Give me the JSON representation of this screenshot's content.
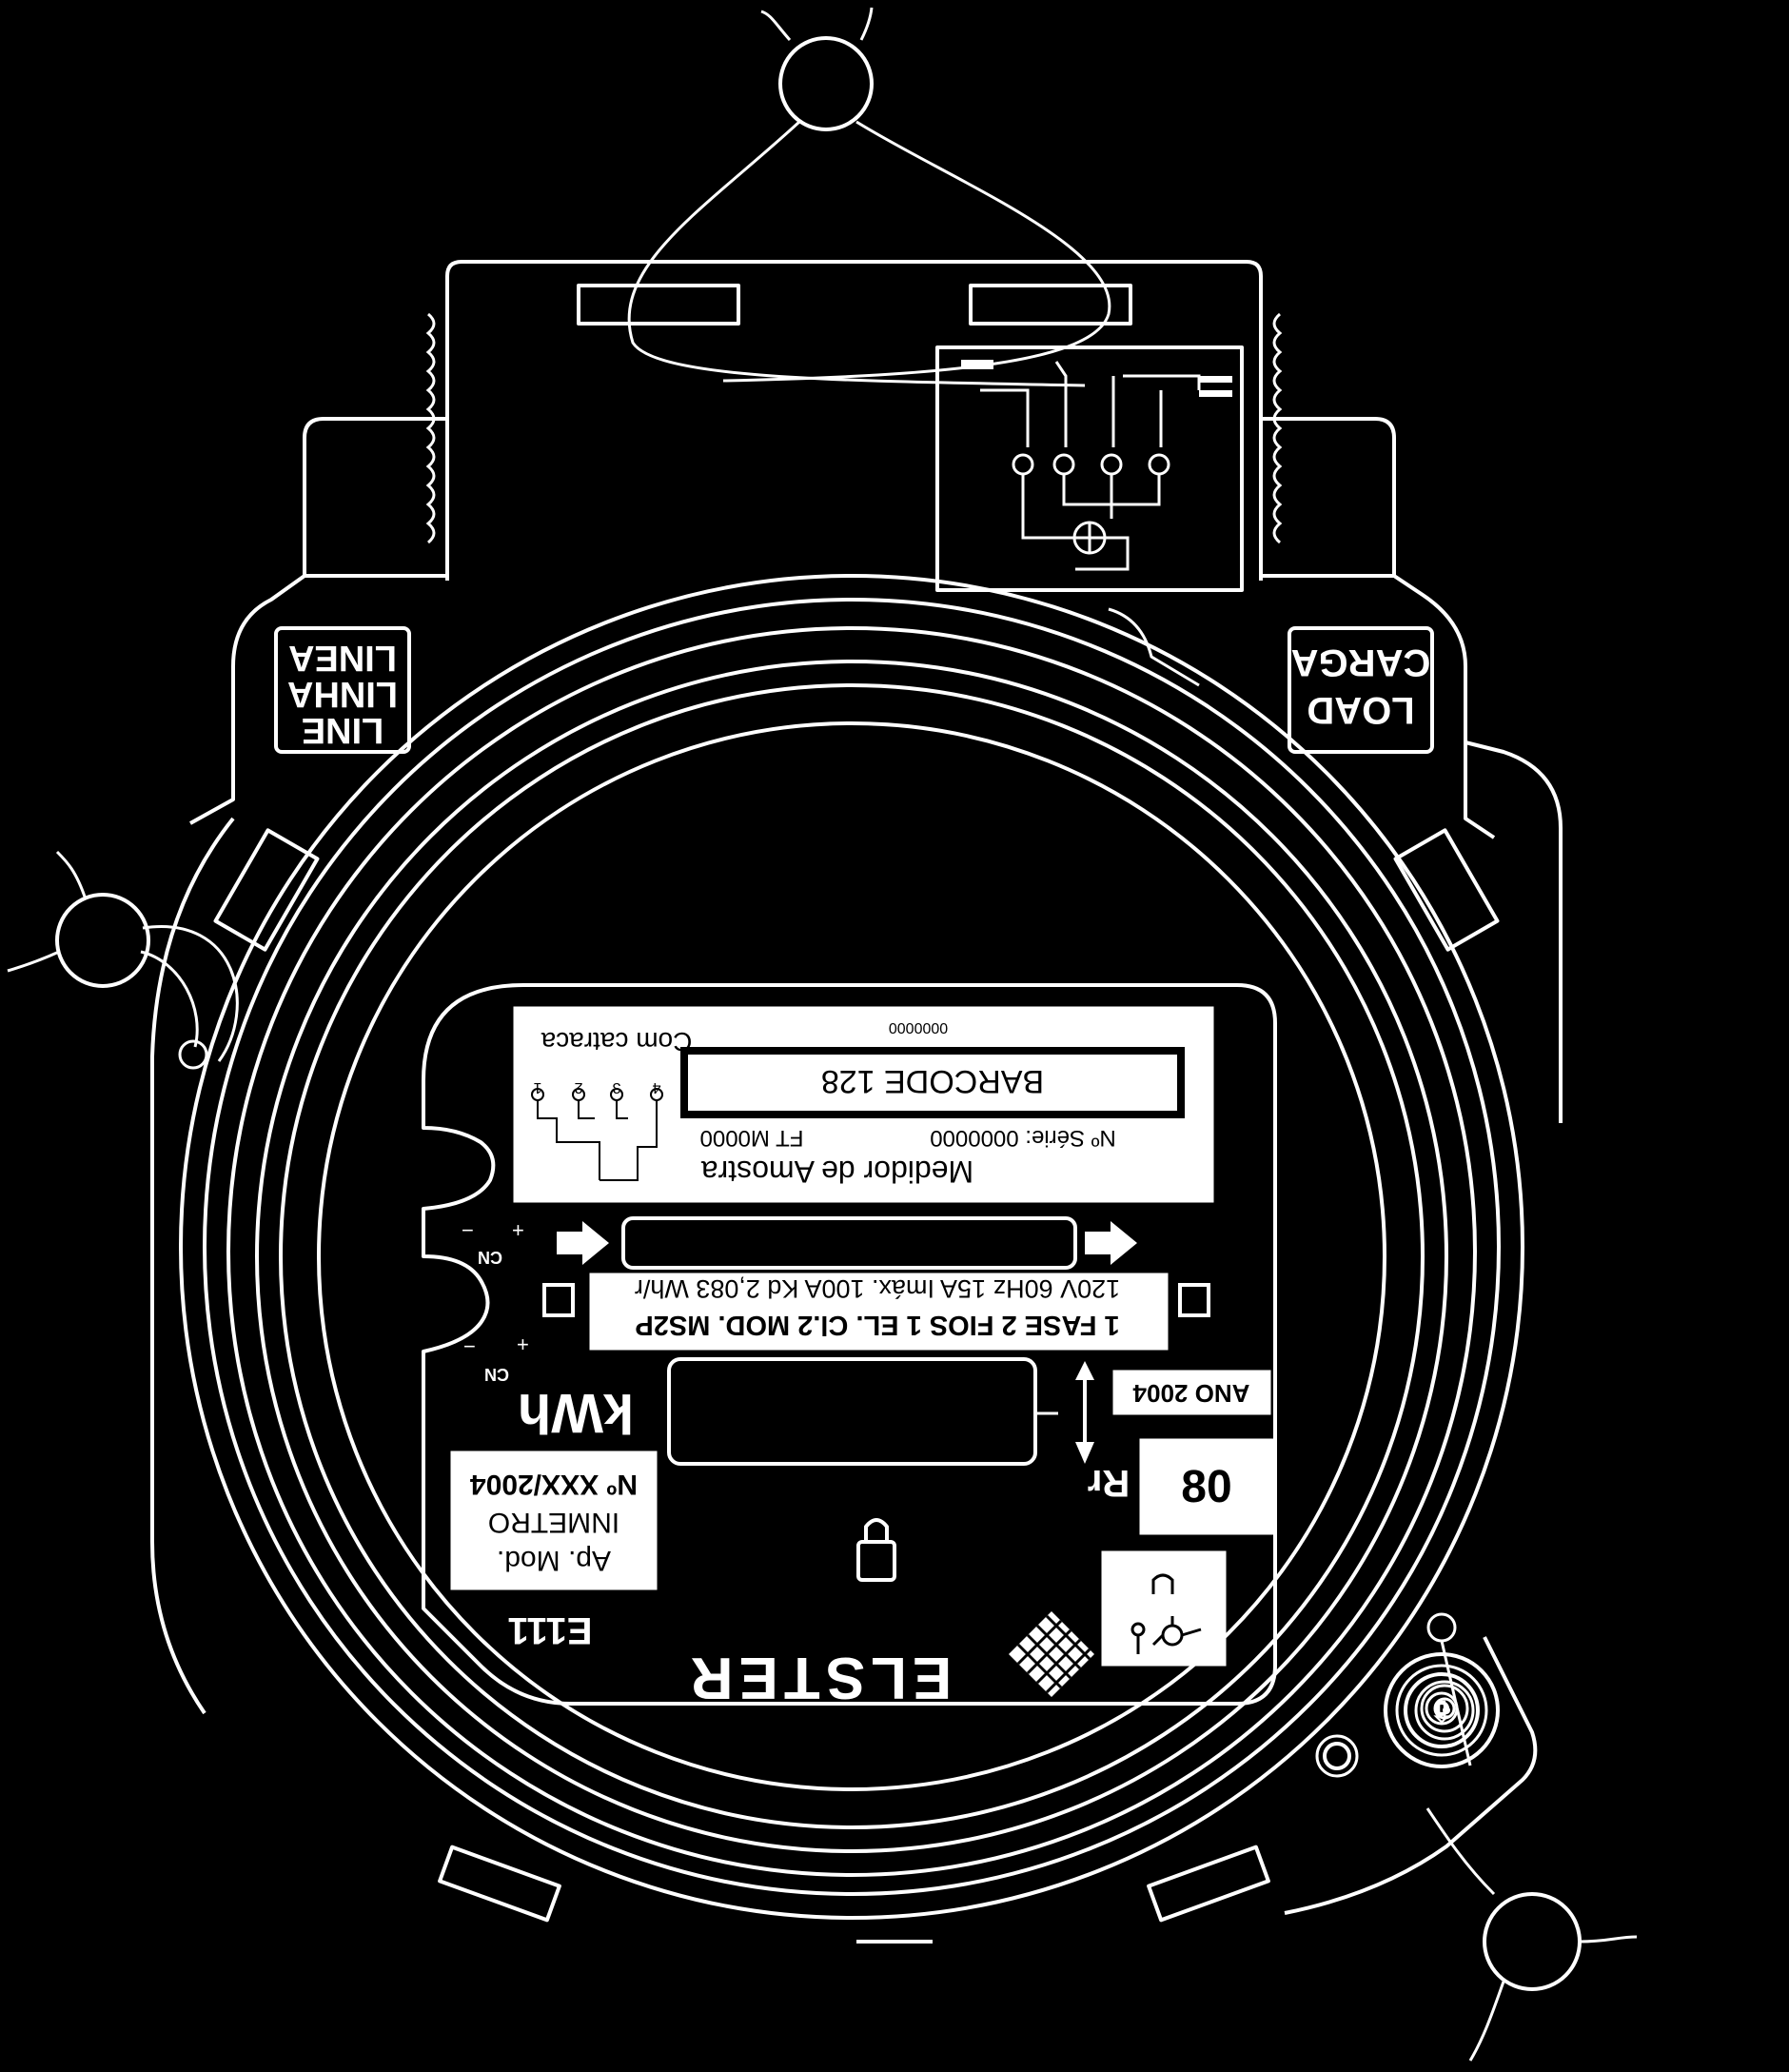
{
  "nameplate": {
    "com_catraca": "Com catraca",
    "small_serial": "0000000",
    "barcode": "BARCODE 128",
    "ft": "FT M0000",
    "serie": "Nº Série: 0000000",
    "title": "Medidor de Amostra",
    "terminal_numbers": [
      "1",
      "2",
      "3",
      "4"
    ]
  },
  "ratings": {
    "line1": "120V 60Hz 15A  Imáx. 100A  Kd 2,083 Wh/r",
    "line2": "1 FASE  2 FIOS  1 EL.  Cl.2  MOD. MS2P"
  },
  "creep": {
    "symbol_top": "CN",
    "symbol_bottom": "CN"
  },
  "register": {
    "unit": "kWh",
    "year": "ANO 2004",
    "rr_label": "Rr",
    "rr_value": "80"
  },
  "approval": {
    "line1": "Ap. Mod.",
    "line2": "INMETRO",
    "line3": "Nº XXX/2004"
  },
  "model": "E111",
  "brand": "ELSTER",
  "base_labels": {
    "line_en": "LINE",
    "line_pt": "LINHA",
    "line_es": "LINEA",
    "load_en": "LOAD",
    "load_pt": "CARGA"
  },
  "colors": {
    "background": "#000000",
    "linework": "#ffffff"
  }
}
